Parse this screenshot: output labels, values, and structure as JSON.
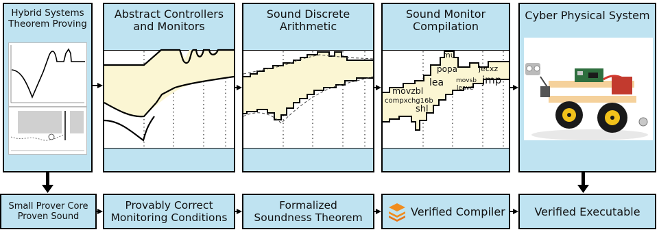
{
  "stages": [
    {
      "id": "hybrid",
      "title_lines": [
        "Hybrid Systems",
        "Theorem Proving"
      ]
    },
    {
      "id": "abstract",
      "title_lines": [
        "Abstract Controllers",
        "and Monitors"
      ]
    },
    {
      "id": "discrete",
      "title_lines": [
        "Sound Discrete",
        "Arithmetic"
      ]
    },
    {
      "id": "monitor",
      "title_lines": [
        "Sound Monitor",
        "Compilation"
      ]
    },
    {
      "id": "cps",
      "title_lines": [
        "Cyber Physical System"
      ]
    }
  ],
  "results": [
    {
      "id": "prover",
      "lines": [
        "Small Prover Core",
        "Proven Sound"
      ]
    },
    {
      "id": "conditions",
      "lines": [
        "Provably Correct",
        "Monitoring Conditions"
      ]
    },
    {
      "id": "theorem",
      "lines": [
        "Formalized",
        "Soundness Theorem"
      ]
    },
    {
      "id": "compiler",
      "lines": [
        "Verified Compiler"
      ],
      "icon": "cakeml-logo-icon"
    },
    {
      "id": "executable",
      "lines": [
        "Verified Executable"
      ]
    }
  ],
  "asm_tokens": [
    "mu",
    "popa",
    "jecxz",
    "lea",
    "movsb",
    "jmp",
    "movzbl",
    "leave",
    "compxchg16b",
    "shl"
  ],
  "colors": {
    "box_fill": "#bfe3f1",
    "band_fill": "#fbf6d3",
    "border": "#000000",
    "logo_orange": "#f08c1e"
  }
}
